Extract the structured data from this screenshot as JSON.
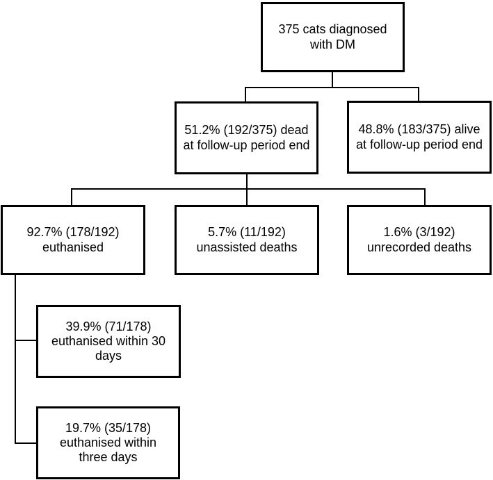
{
  "diagram": {
    "type": "flowchart",
    "topic": "Outcomes of cats diagnosed with diabetes mellitus (DM)",
    "colors": {
      "background": "#ffffff",
      "box_border": "#000000",
      "text": "#000000",
      "connector": "#000000"
    },
    "nodes": {
      "total": {
        "text": "375 cats diagnosed\nwith DM"
      },
      "dead": {
        "text": "51.2% (192/375) dead\nat follow-up period end"
      },
      "alive": {
        "text": "48.8% (183/375) alive\nat follow-up period end"
      },
      "euthanised": {
        "text": "92.7% (178/192)\neuthanised"
      },
      "unassisted": {
        "text": "5.7% (11/192)\nunassisted deaths"
      },
      "unrecorded": {
        "text": "1.6% (3/192)\nunrecorded deaths"
      },
      "euth_30d": {
        "text": "39.9% (71/178)\neuthanised within 30\ndays"
      },
      "euth_3d": {
        "text": "19.7% (35/178)\neuthanised within\nthree days"
      }
    },
    "edges": [
      {
        "from": "total",
        "to": "dead"
      },
      {
        "from": "total",
        "to": "alive"
      },
      {
        "from": "dead",
        "to": "euthanised"
      },
      {
        "from": "dead",
        "to": "unassisted"
      },
      {
        "from": "dead",
        "to": "unrecorded"
      },
      {
        "from": "euthanised",
        "to": "euth_30d"
      },
      {
        "from": "euthanised",
        "to": "euth_3d"
      }
    ]
  }
}
